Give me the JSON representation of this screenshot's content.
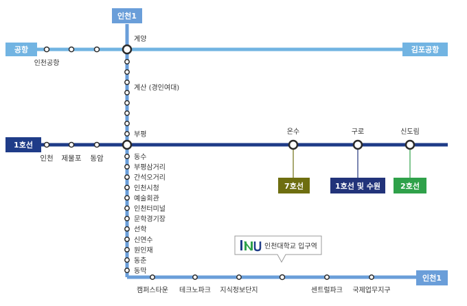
{
  "colors": {
    "incheon1": "#6A9ED9",
    "airport": "#72B4E2",
    "line1": "#1F3C88",
    "line7": "#6E6E10",
    "line1suwon": "#22337A",
    "line2": "#2FA14A",
    "stroke": "#2A2A2A"
  },
  "tags": {
    "incheon1_top": "인천1",
    "airport": "공항",
    "gimpo": "김포공항",
    "line1": "1호선",
    "incheon1_bottom": "인천1",
    "line7": "7호선",
    "line1_suwon": "1호선 및 수원",
    "line2": "2호선"
  },
  "stations": {
    "incheon_airport": "인천공항",
    "gyeyang": "계양",
    "gyesan": "계산 (경인여대)",
    "bupyeong": "부평",
    "incheon": "인천",
    "jemulpo": "제물포",
    "dongam": "동암",
    "onsu": "온수",
    "guro": "구로",
    "sindorim": "신도림",
    "south": [
      "동수",
      "부평삼거리",
      "간석오거리",
      "인천시청",
      "예술회관",
      "인천터미널",
      "문학경기장",
      "선학",
      "신연수",
      "원인재",
      "동춘",
      "동막"
    ],
    "east": [
      "캠퍼스타운",
      "테크노파크",
      "지식정보단지",
      "센트럴파크",
      "국제업무지구"
    ]
  },
  "callout": {
    "logo": "INU",
    "text": "인천대학교 입구역"
  }
}
